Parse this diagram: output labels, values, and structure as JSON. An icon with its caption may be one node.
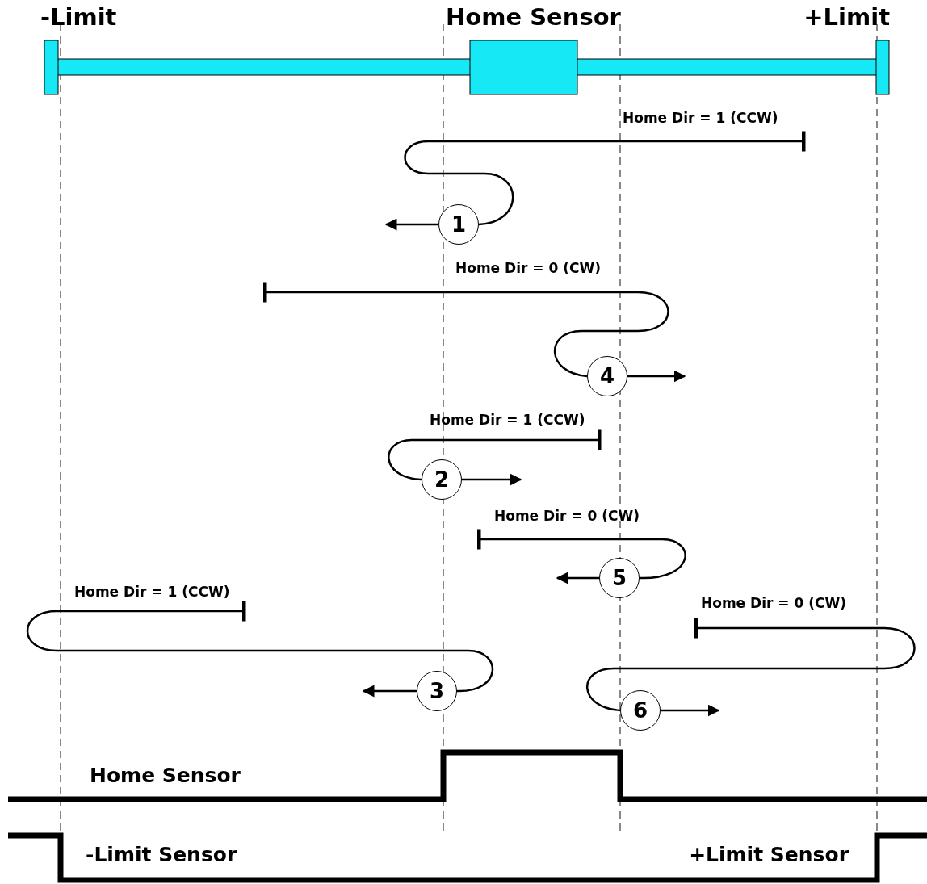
{
  "diagram": {
    "nodes": [
      {
        "text": [
          "1"
        ]
      },
      {
        "text": [
          "4"
        ]
      },
      {
        "text": [
          "2"
        ]
      },
      {
        "text": [
          "5"
        ]
      },
      {
        "text": [
          "3"
        ]
      },
      {
        "text": [
          "6"
        ]
      }
    ],
    "edges": [
      {
        "from": null,
        "to": 0,
        "arrow": "other"
      },
      {
        "from": 0,
        "to": null,
        "arrow": "to"
      },
      {
        "from": null,
        "to": 1,
        "arrow": "other"
      },
      {
        "from": 1,
        "to": null,
        "arrow": "to"
      },
      {
        "from": null,
        "to": 2,
        "arrow": "other"
      },
      {
        "from": 2,
        "to": null,
        "arrow": "to"
      },
      {
        "from": null,
        "to": 3,
        "arrow": "other"
      },
      {
        "from": 3,
        "to": null,
        "arrow": "to"
      },
      {
        "from": null,
        "to": 4,
        "arrow": "other"
      },
      {
        "from": 4,
        "to": null,
        "arrow": "to"
      },
      {
        "from": null,
        "to": 5,
        "arrow": "other"
      },
      {
        "from": 5,
        "to": null,
        "arrow": "to"
      }
    ],
    "labels": [
      "-Limit",
      "Home Sensor",
      "+Limit",
      "Home Dir = 1 (CCW)",
      "Home Dir = 0 (CW)",
      "Home Dir = 1 (CCW)",
      "Home Dir = 0 (CW)",
      "Home Dir = 1 (CCW)",
      "Home Dir = 0 (CW)",
      "Home Sensor",
      "-Limit Sensor",
      "+Limit Sensor"
    ]
  }
}
